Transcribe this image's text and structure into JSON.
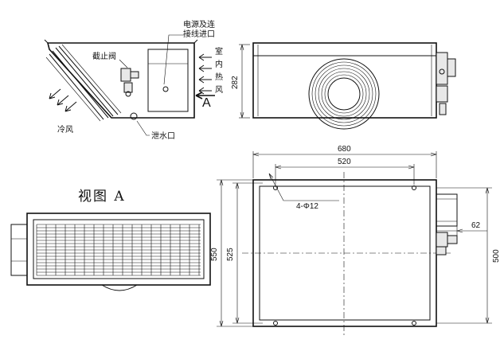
{
  "labels": {
    "power_inlet_line1": "电源及连",
    "power_inlet_line2": "接线进口",
    "stop_valve": "截止阀",
    "indoor_heat_wind": [
      "室",
      "内",
      "热",
      "风"
    ],
    "view_marker": "A",
    "cold_wind": "冷风",
    "drain_outlet": "泄水口",
    "view_a_title": "视图 A",
    "hole_spec": "4-Φ12"
  },
  "dimensions": {
    "height_side": "282",
    "overall_width": "680",
    "hole_spacing_x": "520",
    "overall_height": "550",
    "hole_spacing_y": "525",
    "body_height": "500",
    "pipe_offset": "62"
  }
}
